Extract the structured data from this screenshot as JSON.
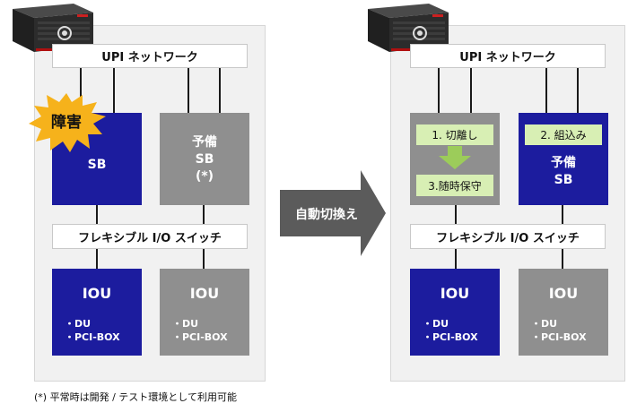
{
  "left": {
    "network_label": "UPI ネットワーク",
    "fault_badge": "障害",
    "sb_label": "SB",
    "spare_label_line1": "予備",
    "spare_label_line2": "SB",
    "spare_label_line3": "(*)",
    "switch_label": "フレキシブル I/O スイッチ",
    "iou1": {
      "title": "IOU",
      "items": [
        "・DU",
        "・PCI-BOX"
      ]
    },
    "iou2": {
      "title": "IOU",
      "items": [
        "・DU",
        "・PCI-BOX"
      ]
    }
  },
  "arrow_label": "自動切換え",
  "right": {
    "network_label": "UPI ネットワーク",
    "step1": "1. 切離し",
    "step3": "3.随時保守",
    "step2": "2. 組込み",
    "spare_label_line1": "予備",
    "spare_label_line2": "SB",
    "switch_label": "フレキシブル I/O スイッチ",
    "iou1": {
      "title": "IOU",
      "items": [
        "・DU",
        "・PCI-BOX"
      ]
    },
    "iou2": {
      "title": "IOU",
      "items": [
        "・DU",
        "・PCI-BOX"
      ]
    }
  },
  "footnote": "(*) 平常時は開発 / テスト環境として利用可能",
  "colors": {
    "navy": "#1c1c9e",
    "gray": "#8f8f8f",
    "green": "#d8efb4",
    "burst": "#f6b21b"
  }
}
